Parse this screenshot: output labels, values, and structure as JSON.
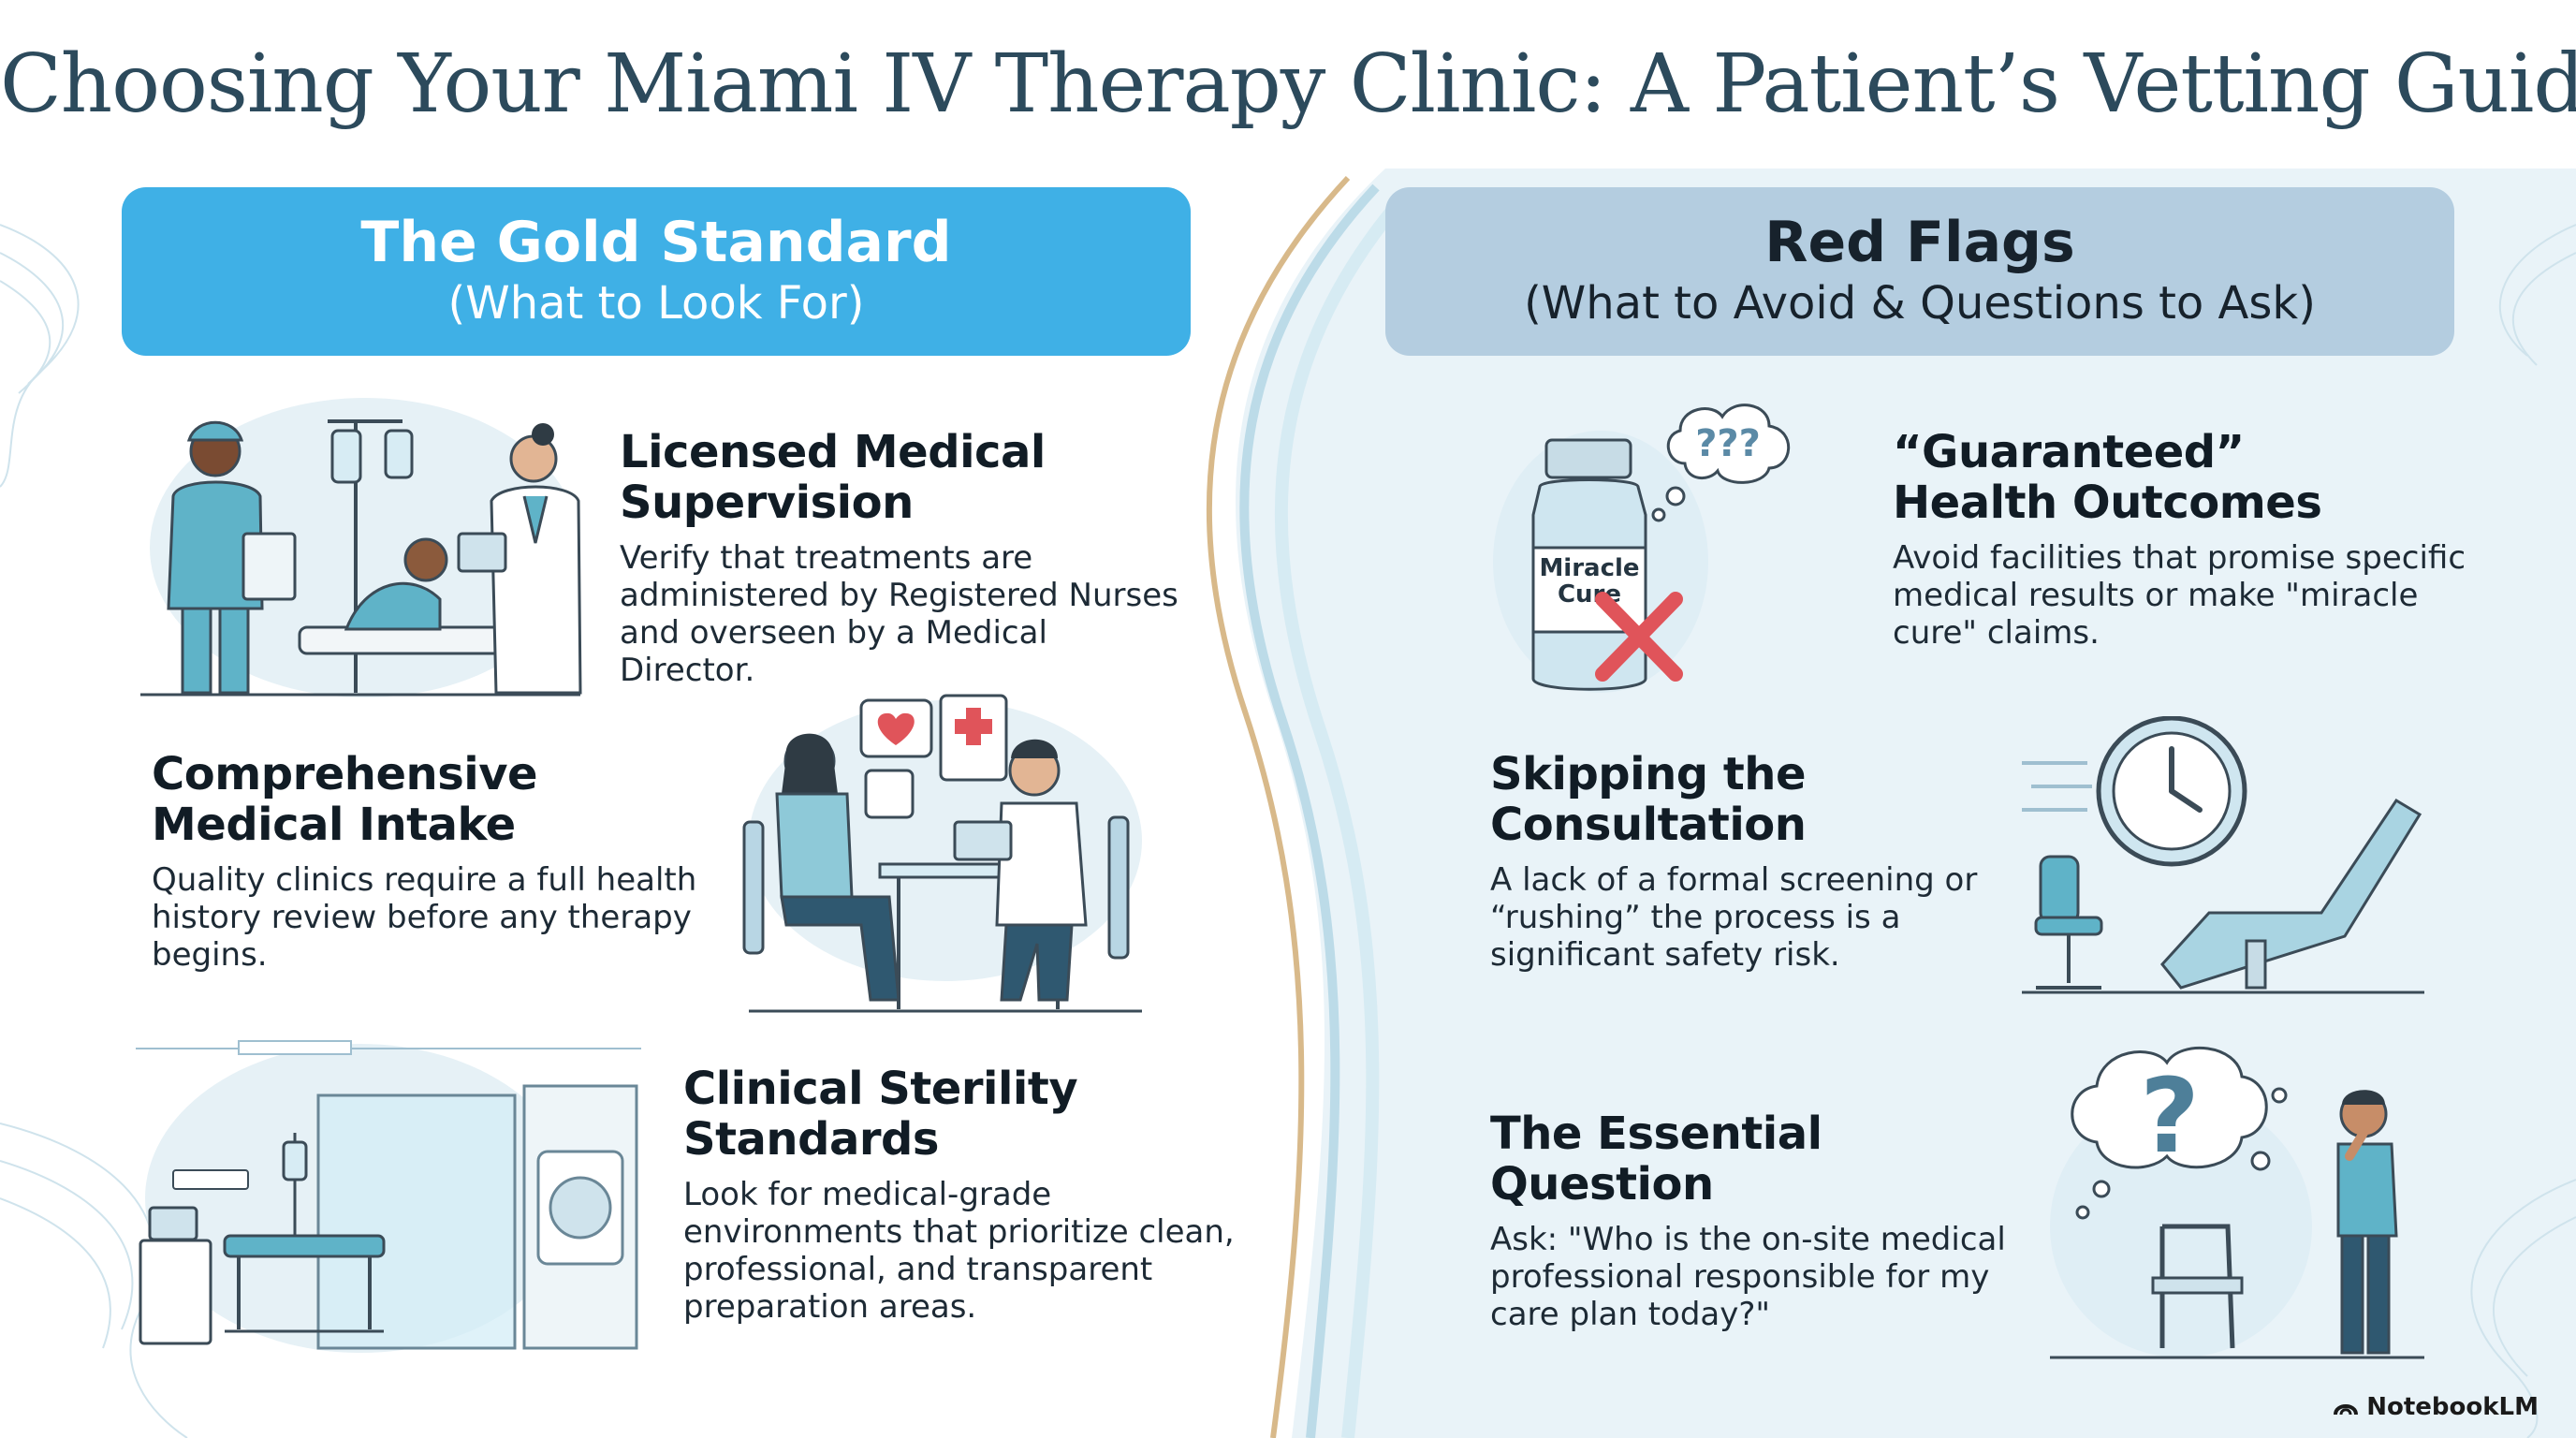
{
  "title": "Choosing Your Miami IV Therapy Clinic: A Patient’s Vetting Guide",
  "left": {
    "heading": "The Gold Standard",
    "subheading": "(What to Look For)",
    "items": [
      {
        "title": "Licensed Medical\nSupervision",
        "body": "Verify that treatments are\nadministered by Registered Nurses\nand overseen by a Medical Director."
      },
      {
        "title": "Comprehensive\nMedical Intake",
        "body": "Quality clinics require a full health\nhistory review before any therapy\nbegins."
      },
      {
        "title": "Clinical Sterility\nStandards",
        "body": "Look for medical-grade\nenvironments that prioritize clean,\nprofessional, and transparent\npreparation areas."
      }
    ]
  },
  "right": {
    "heading": "Red Flags",
    "subheading": "(What to Avoid & Questions to Ask)",
    "items": [
      {
        "title": "“Guaranteed”\nHealth Outcomes",
        "body": "Avoid facilities that promise specific\nmedical results or make \"miracle\ncure\" claims."
      },
      {
        "title": "Skipping the\nConsultation",
        "body": "A lack of a formal screening or\n“rushing” the process is a\nsignificant safety risk."
      },
      {
        "title": "The Essential Question",
        "body": "Ask: \"Who is the on-site medical\nprofessional responsible for my\ncare plan today?\""
      }
    ]
  },
  "bottle_label": {
    "line1": "Miracle",
    "line2": "Cure"
  },
  "thought_marks": "???",
  "question_mark": "?",
  "brand": "NotebookLM",
  "colors": {
    "title": "#2c4a5c",
    "gold_banner": "#3fb0e6",
    "red_banner": "#b4cde0",
    "teal": "#5fb3c8",
    "cross": "#e0545a"
  }
}
